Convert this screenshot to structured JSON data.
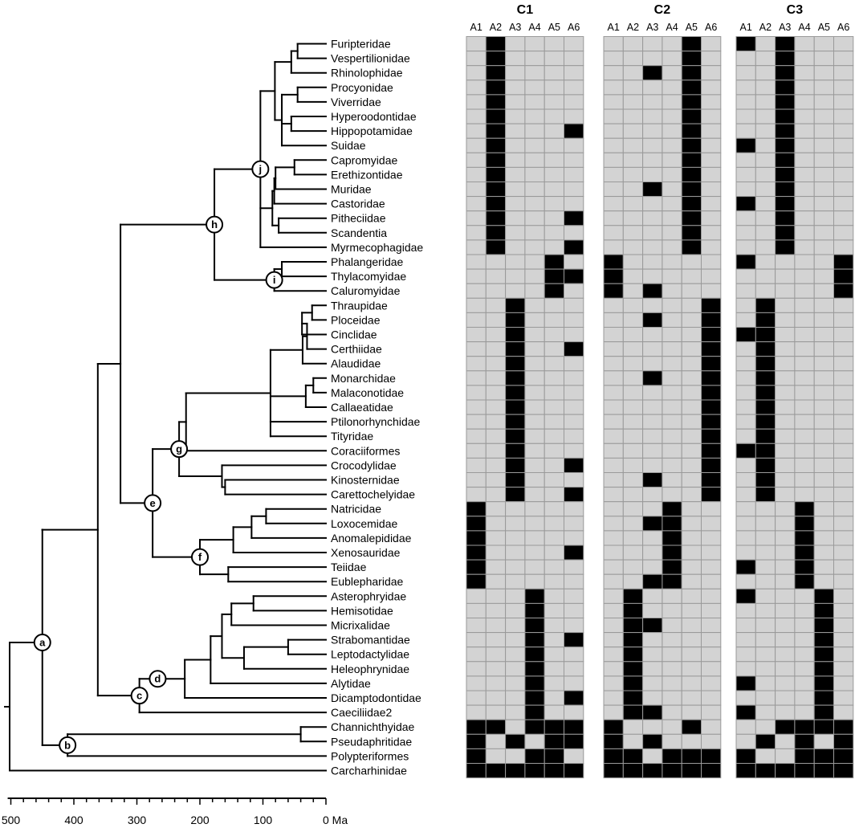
{
  "taxa": [
    "Furipteridae",
    "Vespertilionidae",
    "Rhinolophidae",
    "Procyonidae",
    "Viverridae",
    "Hyperoodontidae",
    "Hippopotamidae",
    "Suidae",
    "Capromyidae",
    "Erethizontidae",
    "Muridae",
    "Castoridae",
    "Pitheciidae",
    "Scandentia",
    "Myrmecophagidae",
    "Phalangeridae",
    "Thylacomyidae",
    "Caluromyidae",
    "Thraupidae",
    "Ploceidae",
    "Cinclidae",
    "Certhiidae",
    "Alaudidae",
    "Monarchidae",
    "Malaconotidae",
    "Callaeatidae",
    "Ptilonorhynchidae",
    "Tityridae",
    "Coraciiformes",
    "Crocodylidae",
    "Kinosternidae",
    "Carettochelyidae",
    "Natricidae",
    "Loxocemidae",
    "Anomalepididae",
    "Xenosauridae",
    "Teiidae",
    "Eublepharidae",
    "Asterophryidae",
    "Hemisotidae",
    "Micrixalidae",
    "Strabomantidae",
    "Leptodactylidae",
    "Heleophrynidae",
    "Alytidae",
    "Dicamptodontidae",
    "Caeciliidae2",
    "Channichthyidae",
    "Pseudaphritidae",
    "Polypteriformes",
    "Carcharhinidae"
  ],
  "nodes": [
    {
      "label": "a",
      "age": 450
    },
    {
      "label": "b",
      "age": 410
    },
    {
      "label": "c",
      "age": 296
    },
    {
      "label": "d",
      "age": 267
    },
    {
      "label": "e",
      "age": 275
    },
    {
      "label": "f",
      "age": 200
    },
    {
      "label": "g",
      "age": 233
    },
    {
      "label": "h",
      "age": 177
    },
    {
      "label": "i",
      "age": 82
    },
    {
      "label": "j",
      "age": 104
    }
  ],
  "axis": {
    "unit": "Ma",
    "ticks": [
      500,
      400,
      300,
      200,
      100,
      0
    ],
    "tick_labels": [
      "500",
      "400",
      "300",
      "200",
      "100",
      "0 Ma"
    ]
  },
  "matrices": [
    {
      "title": "C1",
      "columns": [
        "A1",
        "A2",
        "A3",
        "A4",
        "A5",
        "A6"
      ],
      "rows": [
        "010000",
        "010000",
        "010000",
        "010000",
        "010000",
        "010000",
        "010001",
        "010000",
        "010000",
        "010000",
        "010000",
        "010000",
        "010001",
        "010000",
        "010001",
        "000010",
        "000011",
        "000010",
        "001000",
        "001000",
        "001000",
        "001001",
        "001000",
        "001000",
        "001000",
        "001000",
        "001000",
        "001000",
        "001000",
        "001001",
        "001000",
        "001001",
        "100000",
        "100000",
        "100000",
        "100001",
        "100000",
        "100000",
        "000100",
        "000100",
        "000100",
        "000101",
        "000100",
        "000100",
        "000100",
        "000101",
        "000100",
        "110111",
        "101011",
        "100110",
        "111111"
      ]
    },
    {
      "title": "C2",
      "columns": [
        "A1",
        "A2",
        "A3",
        "A4",
        "A5",
        "A6"
      ],
      "rows": [
        "000010",
        "000010",
        "001010",
        "000010",
        "000010",
        "000010",
        "000010",
        "000010",
        "000010",
        "000010",
        "001010",
        "000010",
        "000010",
        "000010",
        "000010",
        "100000",
        "100000",
        "101000",
        "000001",
        "001001",
        "000001",
        "000001",
        "000001",
        "001001",
        "000001",
        "000001",
        "000001",
        "000001",
        "000001",
        "000001",
        "001001",
        "000001",
        "000100",
        "001100",
        "000100",
        "000100",
        "000100",
        "001100",
        "010000",
        "010000",
        "011000",
        "010000",
        "010000",
        "010000",
        "010000",
        "010000",
        "011000",
        "100010",
        "101000",
        "110111",
        "111111"
      ]
    },
    {
      "title": "C3",
      "columns": [
        "A1",
        "A2",
        "A3",
        "A4",
        "A5",
        "A6"
      ],
      "rows": [
        "101000",
        "001000",
        "001000",
        "001000",
        "001000",
        "001000",
        "001000",
        "101000",
        "001000",
        "001000",
        "001000",
        "101000",
        "001000",
        "001000",
        "001000",
        "100001",
        "000001",
        "000001",
        "010000",
        "010000",
        "110000",
        "010000",
        "010000",
        "010000",
        "010000",
        "010000",
        "010000",
        "010000",
        "110000",
        "010000",
        "010000",
        "010000",
        "000100",
        "000100",
        "000100",
        "000100",
        "100100",
        "000100",
        "100010",
        "000010",
        "000010",
        "000010",
        "000010",
        "000010",
        "100010",
        "000010",
        "100010",
        "001111",
        "010101",
        "100111",
        "111111"
      ]
    }
  ]
}
